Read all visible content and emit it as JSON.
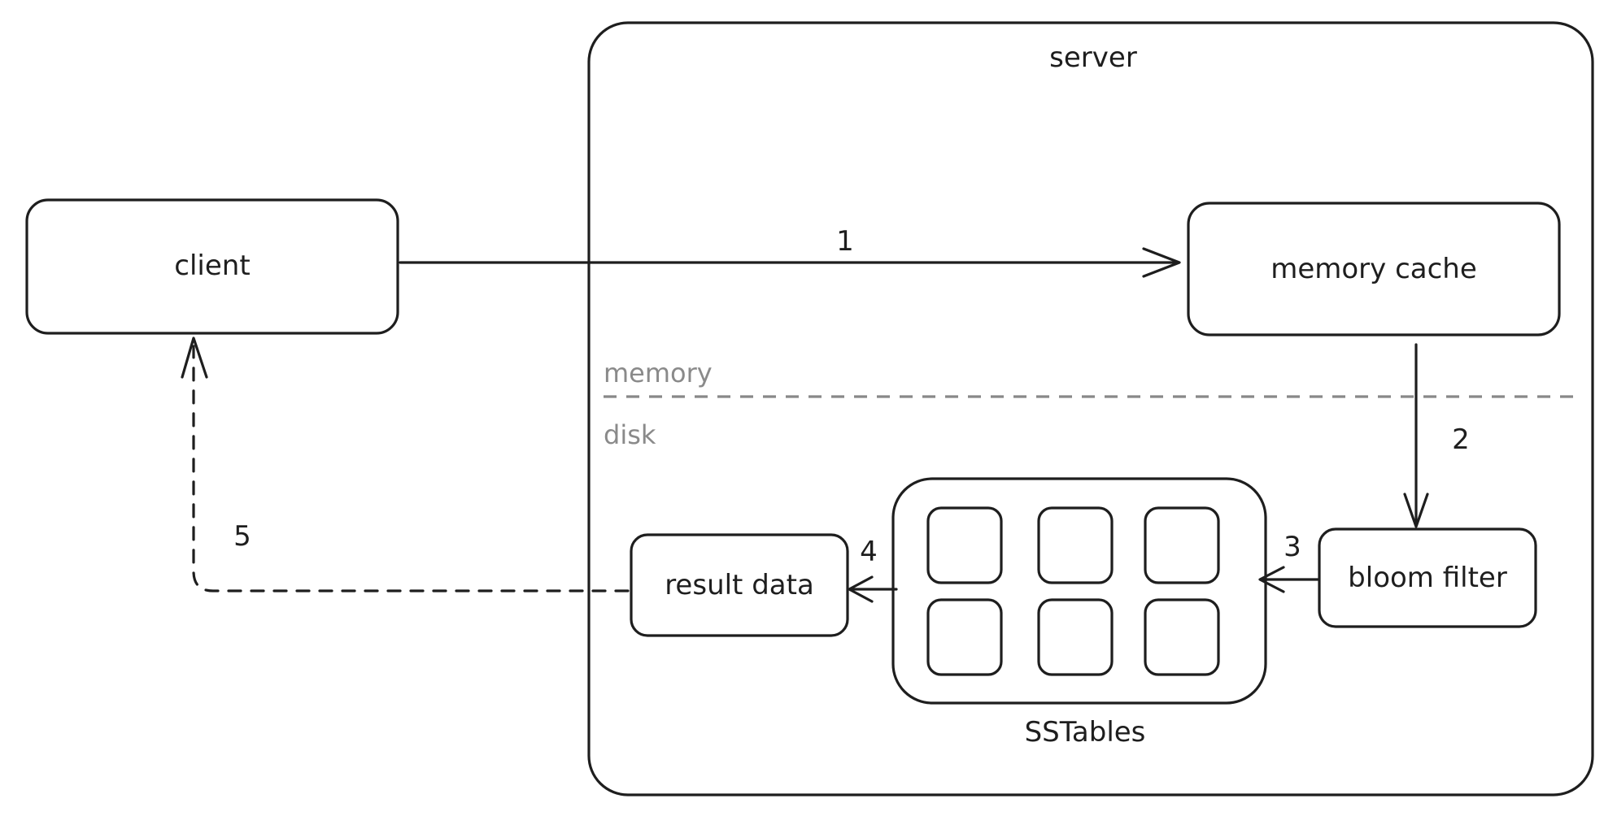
{
  "server": {
    "label": "server"
  },
  "client": {
    "label": "client"
  },
  "memory_cache": {
    "label": "memory cache"
  },
  "bloom_filter": {
    "label": "bloom filter"
  },
  "sstables": {
    "label": "SSTables"
  },
  "result_data": {
    "label": "result data"
  },
  "zones": {
    "memory": "memory",
    "disk": "disk"
  },
  "steps": [
    "1",
    "2",
    "3",
    "4",
    "5"
  ],
  "colors": {
    "stroke": "#1e1e1e",
    "zone_text": "#8a8a8a",
    "divider": "#888888"
  }
}
